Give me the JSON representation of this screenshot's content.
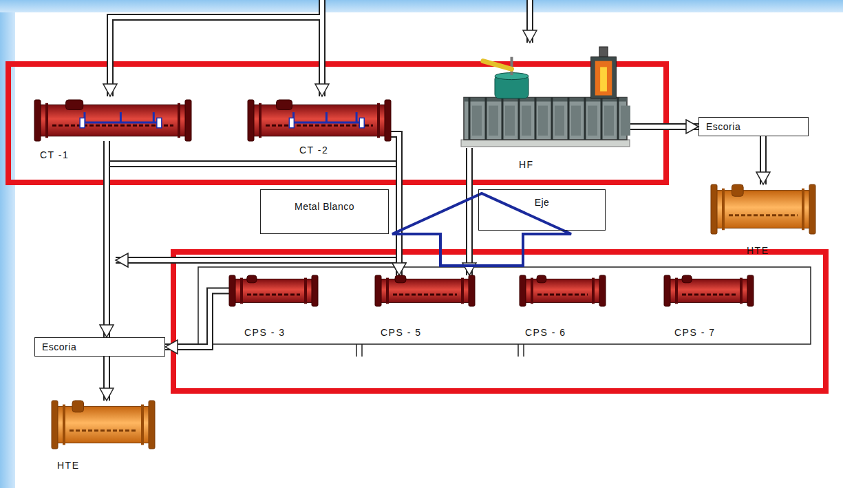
{
  "diagram": {
    "nodes": [
      {
        "text": [
          "CT -1"
        ]
      },
      {
        "text": [
          "CT -2"
        ]
      },
      {
        "text": [
          "HF"
        ]
      },
      {
        "text": [
          "Escoria"
        ]
      },
      {
        "text": [
          "HTE"
        ]
      },
      {
        "text": [
          "Metal Blanco"
        ]
      },
      {
        "text": [
          "Eje"
        ]
      },
      {
        "text": [
          "CPS - 3"
        ]
      },
      {
        "text": [
          "CPS - 5"
        ]
      },
      {
        "text": [
          "CPS - 6"
        ]
      },
      {
        "text": [
          "CPS - 7"
        ]
      },
      {
        "text": [
          "Escoria"
        ]
      },
      {
        "text": [
          "HTE"
        ]
      }
    ],
    "edges": [
      {
        "from": 2,
        "to": 3,
        "arrow": "to"
      },
      {
        "from": 3,
        "to": 4,
        "arrow": "to"
      },
      {
        "from": 0,
        "to": 8,
        "arrow": "to"
      },
      {
        "from": 1,
        "to": 8,
        "arrow": "to"
      },
      {
        "from": 2,
        "to": 8,
        "arrow": "to"
      },
      {
        "from": 0,
        "to": 11,
        "arrow": "to"
      },
      {
        "from": 7,
        "to": 11,
        "arrow": "to"
      },
      {
        "from": 11,
        "to": 12,
        "arrow": "to"
      }
    ]
  }
}
